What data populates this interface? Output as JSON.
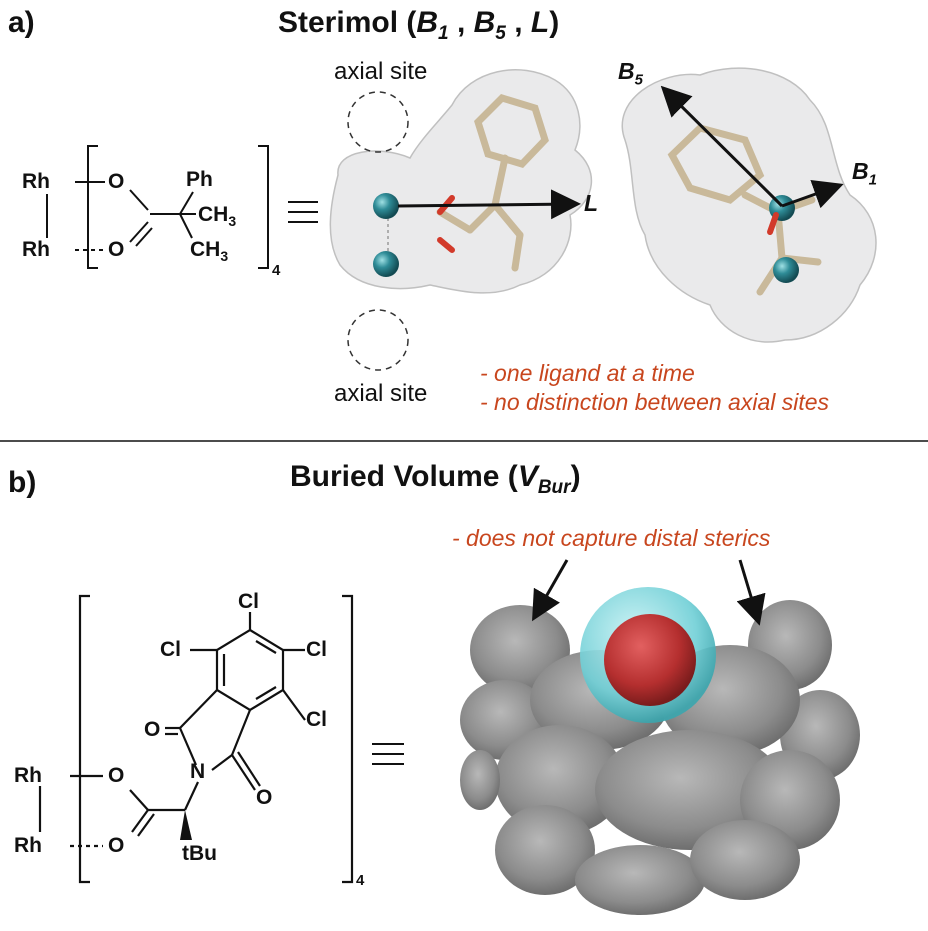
{
  "panel_a": {
    "letter": "a)",
    "title_prefix": "Sterimol (",
    "title_b1": "B",
    "title_b1_sub": "1",
    "title_sep1": " , ",
    "title_b5": "B",
    "title_b5_sub": "5",
    "title_sep2": " , ",
    "title_l": "L",
    "title_suffix": ")",
    "structure": {
      "rh_top": "Rh",
      "rh_bottom": "Rh",
      "o_top": "O",
      "o_bottom": "O",
      "ph": "Ph",
      "ch3_a": "CH",
      "ch3_a_sub": "3",
      "ch3_b": "CH",
      "ch3_b_sub": "3",
      "multiplier": "4",
      "equiv": "≡"
    },
    "axial_top": "axial site",
    "axial_bottom": "axial site",
    "vector_l": "L",
    "vector_b5": "B",
    "vector_b5_sub": "5",
    "vector_b1": "B",
    "vector_b1_sub": "1",
    "notes": [
      "- one ligand at a time",
      "- no distinction between axial sites"
    ]
  },
  "panel_b": {
    "letter": "b)",
    "title_prefix": "Buried Volume (",
    "title_v": "V",
    "title_v_sub": "Bur",
    "title_suffix": ")",
    "structure": {
      "cl1": "Cl",
      "cl2": "Cl",
      "cl3": "Cl",
      "cl4": "Cl",
      "o_imide_top": "O",
      "o_imide_bottom": "O",
      "n": "N",
      "rh_top": "Rh",
      "rh_bottom": "Rh",
      "o_top": "O",
      "o_bottom": "O",
      "tbu": "tBu",
      "multiplier": "4",
      "equiv": "≡"
    },
    "note": "- does not capture distal sterics"
  },
  "colors": {
    "note": "#c8461e",
    "rhodium": "#2f8c97",
    "bond": "#c9b99a",
    "oxygen": "#d23a2a",
    "surface": "#e9e9ea",
    "cloud": "#8f8f8f",
    "sphere_outer": "#7fd6dc",
    "sphere_inner": "#c23a3a"
  }
}
